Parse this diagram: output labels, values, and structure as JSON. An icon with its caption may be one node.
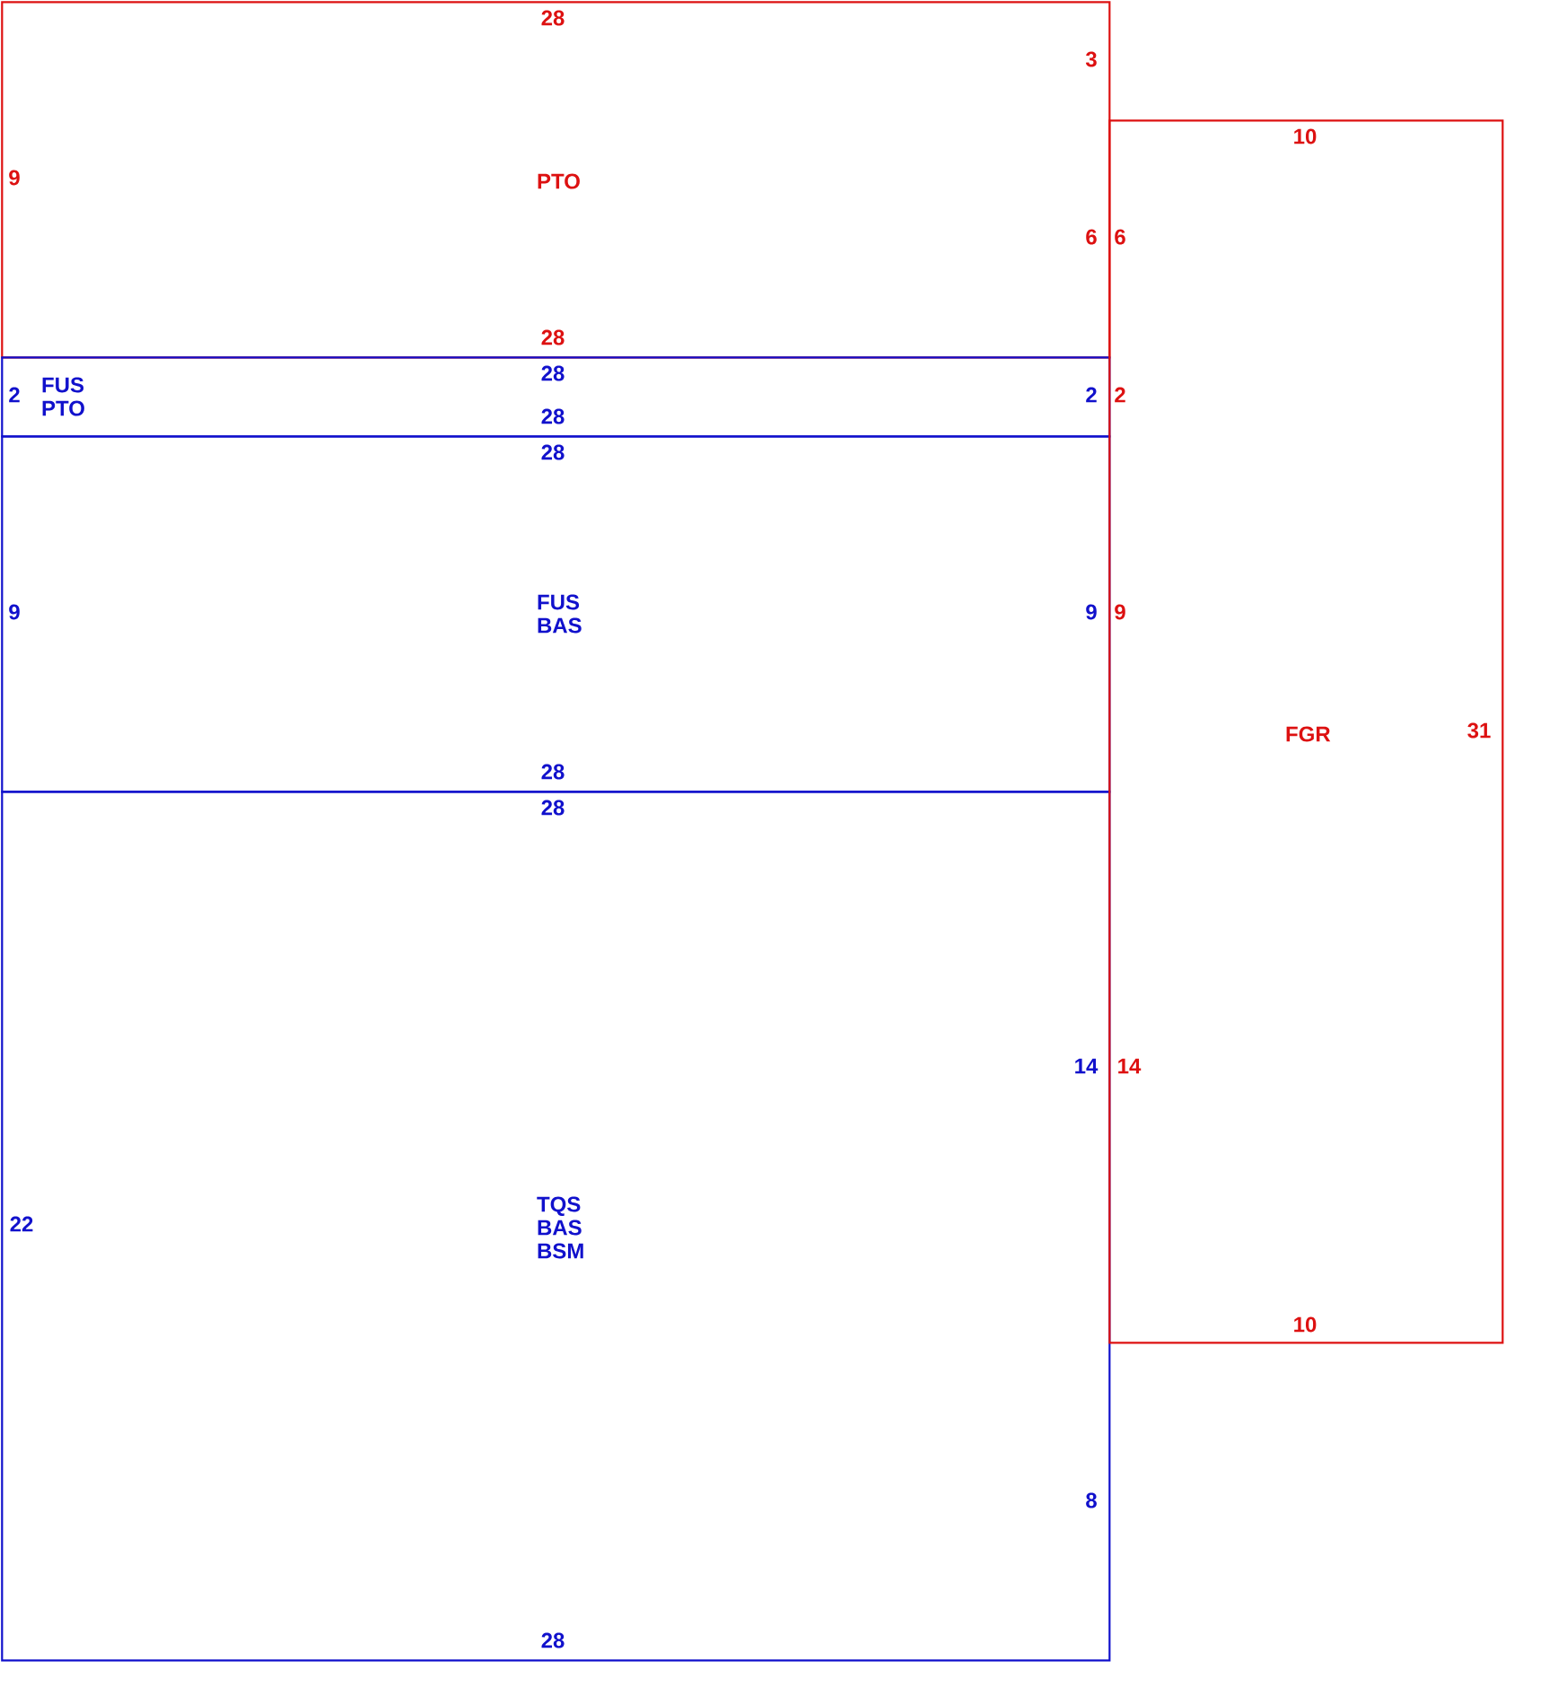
{
  "diagram": {
    "nodes": [
      {
        "text": [
          "PTO"
        ]
      },
      {
        "text": [
          "FUS PTO"
        ]
      },
      {
        "text": [
          "FUS BAS"
        ]
      },
      {
        "text": [
          "TQS BAS BSM"
        ]
      },
      {
        "text": [
          "FGR"
        ]
      }
    ],
    "labels": [
      "28",
      "3",
      "10",
      "9",
      "6",
      "6",
      "28",
      "28",
      "2",
      "2",
      "2",
      "28",
      "28",
      "9",
      "9",
      "9",
      "31",
      "28",
      "28",
      "14",
      "14",
      "22",
      "10",
      "8",
      "28"
    ]
  }
}
